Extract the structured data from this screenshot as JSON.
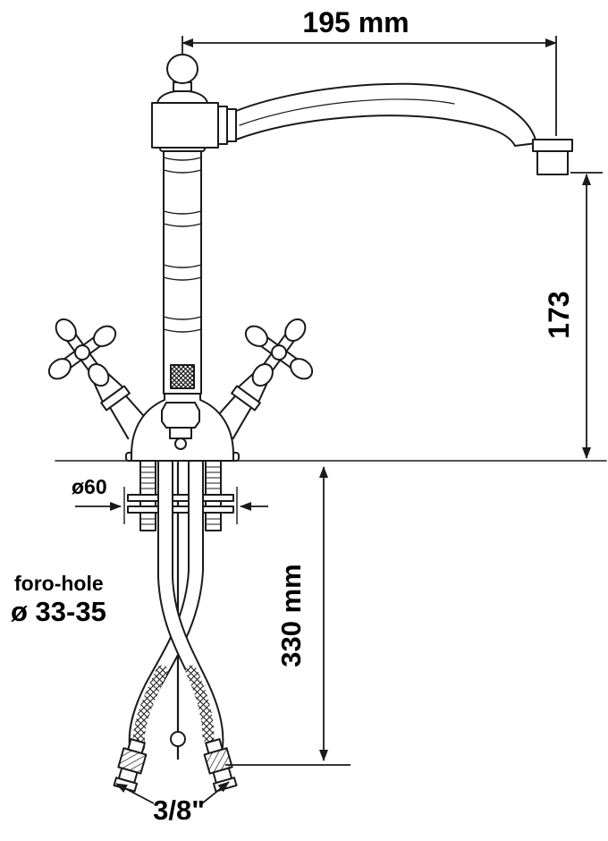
{
  "diagram": {
    "type": "technical-drawing",
    "colors": {
      "background": "#ffffff",
      "line": "#1a1a1a",
      "text": "#000000"
    },
    "dimensions": {
      "spout_reach": "195 mm",
      "spout_height": "173",
      "flange_diameter": "ø60",
      "hole_label": "foro-hole",
      "hole_diameter": "ø 33-35",
      "below_counter_length": "330 mm",
      "connector_size": "3/8\""
    }
  }
}
